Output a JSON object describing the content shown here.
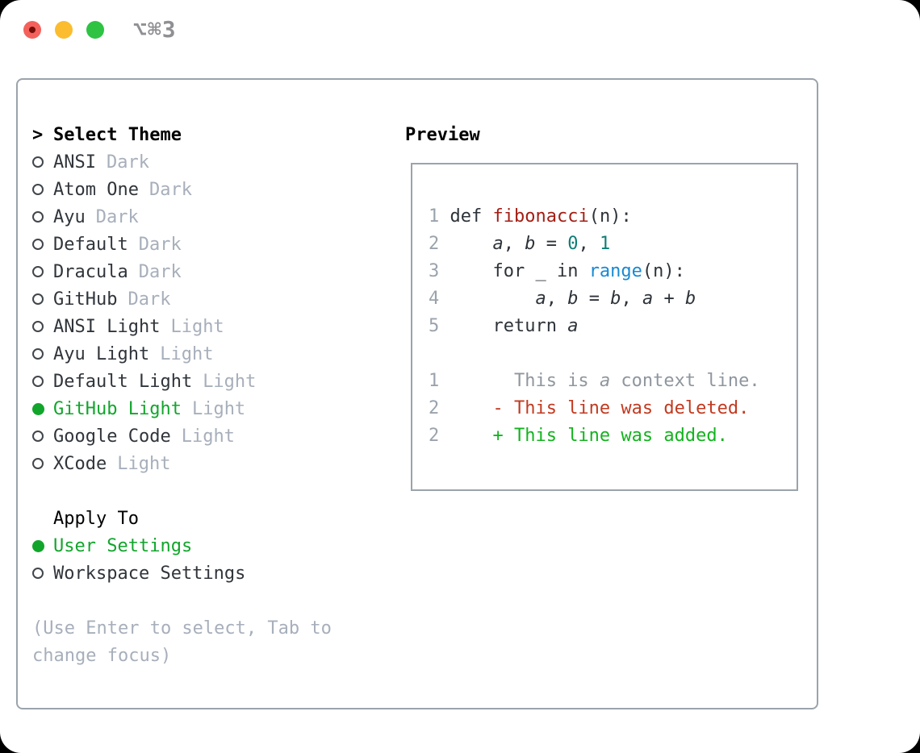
{
  "titlebar": {
    "title": "⌥⌘3",
    "lights": [
      "close",
      "minimize",
      "zoom"
    ]
  },
  "colors": {
    "selected_green": "#12a52c",
    "added_green": "#13b31e",
    "deleted_red": "#c23a20",
    "function_red": "#a31f15",
    "builtin_blue": "#1789d3",
    "number_teal": "#0d7e76",
    "muted_gray": "#a7afbb",
    "border_gray": "#9ba3ab",
    "traffic_red": "#f4615c",
    "traffic_yellow": "#fbbc2e",
    "traffic_green": "#2ec343"
  },
  "theme_picker": {
    "header_marker": ">",
    "header": "Select Theme",
    "items": [
      {
        "name": "ANSI",
        "variant": "Dark",
        "selected": false
      },
      {
        "name": "Atom One",
        "variant": "Dark",
        "selected": false
      },
      {
        "name": "Ayu",
        "variant": "Dark",
        "selected": false
      },
      {
        "name": "Default",
        "variant": "Dark",
        "selected": false
      },
      {
        "name": "Dracula",
        "variant": "Dark",
        "selected": false
      },
      {
        "name": "GitHub",
        "variant": "Dark",
        "selected": false
      },
      {
        "name": "ANSI Light",
        "variant": "Light",
        "selected": false
      },
      {
        "name": "Ayu Light",
        "variant": "Light",
        "selected": false
      },
      {
        "name": "Default Light",
        "variant": "Light",
        "selected": false
      },
      {
        "name": "GitHub Light",
        "variant": "Light",
        "selected": true
      },
      {
        "name": "Google Code",
        "variant": "Light",
        "selected": false
      },
      {
        "name": "XCode",
        "variant": "Light",
        "selected": false
      }
    ],
    "apply_to": {
      "header": "Apply To",
      "options": [
        {
          "label": "User Settings",
          "selected": true
        },
        {
          "label": "Workspace Settings",
          "selected": false
        }
      ]
    },
    "hint_line1": "(Use Enter to select, Tab to",
    "hint_line2": "change focus)"
  },
  "preview": {
    "heading": "Preview",
    "lines": [
      {
        "num": "1",
        "segs": [
          {
            "t": " def ",
            "c": "d"
          },
          {
            "t": "fibonacci",
            "c": "f"
          },
          {
            "t": "(n):",
            "c": "d"
          }
        ]
      },
      {
        "num": "2",
        "segs": [
          {
            "t": "     ",
            "c": "d"
          },
          {
            "t": "a",
            "c": "v"
          },
          {
            "t": ", ",
            "c": "d"
          },
          {
            "t": "b",
            "c": "v"
          },
          {
            "t": " = ",
            "c": "d"
          },
          {
            "t": "0",
            "c": "n"
          },
          {
            "t": ", ",
            "c": "d"
          },
          {
            "t": "1",
            "c": "n"
          }
        ]
      },
      {
        "num": "3",
        "segs": [
          {
            "t": "     for _ in ",
            "c": "d"
          },
          {
            "t": "range",
            "c": "k"
          },
          {
            "t": "(n):",
            "c": "d"
          }
        ]
      },
      {
        "num": "4",
        "segs": [
          {
            "t": "         ",
            "c": "d"
          },
          {
            "t": "a",
            "c": "v"
          },
          {
            "t": ", ",
            "c": "d"
          },
          {
            "t": "b",
            "c": "v"
          },
          {
            "t": " = ",
            "c": "d"
          },
          {
            "t": "b",
            "c": "v"
          },
          {
            "t": ", ",
            "c": "d"
          },
          {
            "t": "a",
            "c": "v"
          },
          {
            "t": " + ",
            "c": "d"
          },
          {
            "t": "b",
            "c": "v"
          }
        ]
      },
      {
        "num": "5",
        "segs": [
          {
            "t": "     return ",
            "c": "d"
          },
          {
            "t": "a",
            "c": "v"
          }
        ]
      },
      {
        "blank": true
      },
      {
        "num": "1",
        "segs": [
          {
            "t": "       This is ",
            "c": "x"
          },
          {
            "t": "a",
            "c": "xi"
          },
          {
            "t": " context line.",
            "c": "x"
          }
        ]
      },
      {
        "num": "2",
        "segs": [
          {
            "t": "     - This line was deleted.",
            "c": "del"
          }
        ]
      },
      {
        "num": "2",
        "segs": [
          {
            "t": "     + This line was added.",
            "c": "add"
          }
        ]
      }
    ]
  }
}
